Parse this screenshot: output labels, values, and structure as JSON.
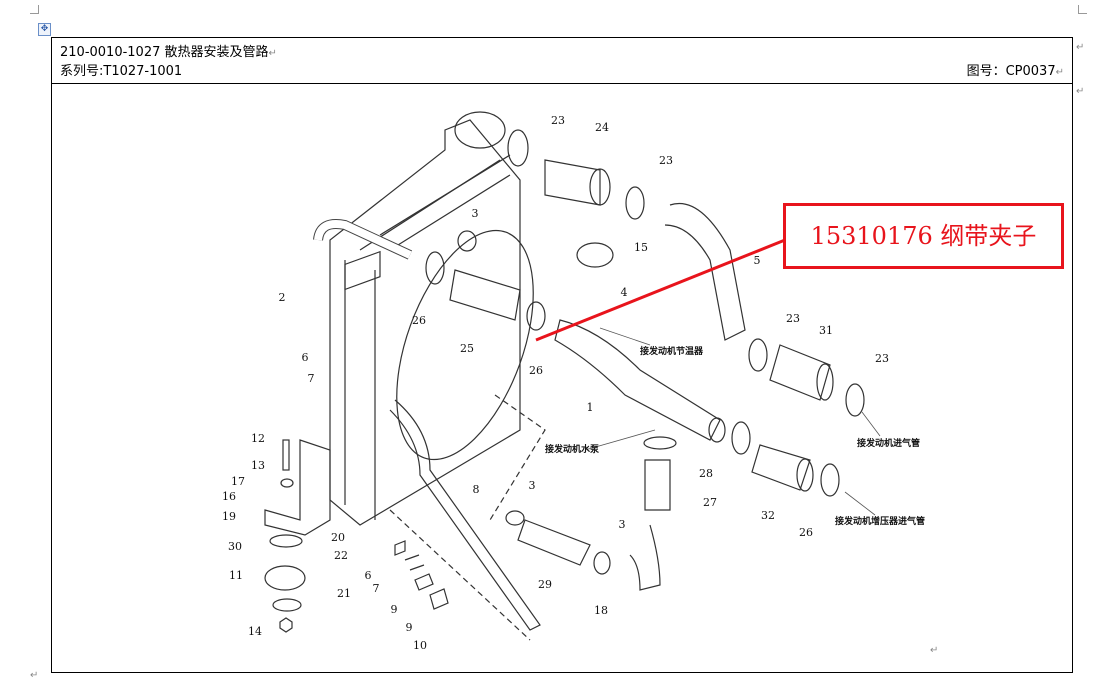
{
  "header": {
    "title": "210-0010-1027 散热器安装及管路",
    "series": "系列号:T1027-1001",
    "drawing_no": "图号：CP0037"
  },
  "callout": {
    "text": "15310176 纲带夹子",
    "color": "#e8141c"
  },
  "annotations": [
    "接发动机节温器",
    "接发动机水泵",
    "接发动机进气管",
    "接发动机增压器进气管"
  ],
  "part_labels": [
    "23",
    "24",
    "23",
    "3",
    "15",
    "5",
    "2",
    "4",
    "26",
    "25",
    "26",
    "23",
    "31",
    "23",
    "6",
    "7",
    "1",
    "12",
    "13",
    "17",
    "16",
    "19",
    "8",
    "3",
    "28",
    "27",
    "32",
    "26",
    "3",
    "30",
    "20",
    "22",
    "6",
    "7",
    "11",
    "21",
    "29",
    "9",
    "9",
    "18",
    "14",
    "10"
  ],
  "paragraph_mark": "↵"
}
